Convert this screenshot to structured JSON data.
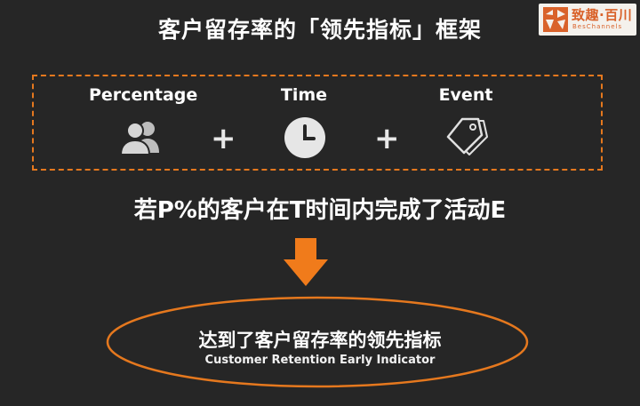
{
  "title": "客户留存率的「领先指标」框架",
  "logo": {
    "cn": "致趣·百川",
    "en": "BesChannels"
  },
  "framework": {
    "items": [
      {
        "label": "Percentage",
        "icon": "users-icon"
      },
      {
        "label": "Time",
        "icon": "clock-icon"
      },
      {
        "label": "Event",
        "icon": "tags-icon"
      }
    ],
    "operator": "+"
  },
  "sentence": "若P%的客户在T时间内完成了活动E",
  "result": {
    "cn": "达到了客户留存率的领先指标",
    "en": "Customer Retention Early Indicator"
  },
  "colors": {
    "accent": "#e5781e",
    "background": "#262626",
    "text": "#ffffff"
  }
}
